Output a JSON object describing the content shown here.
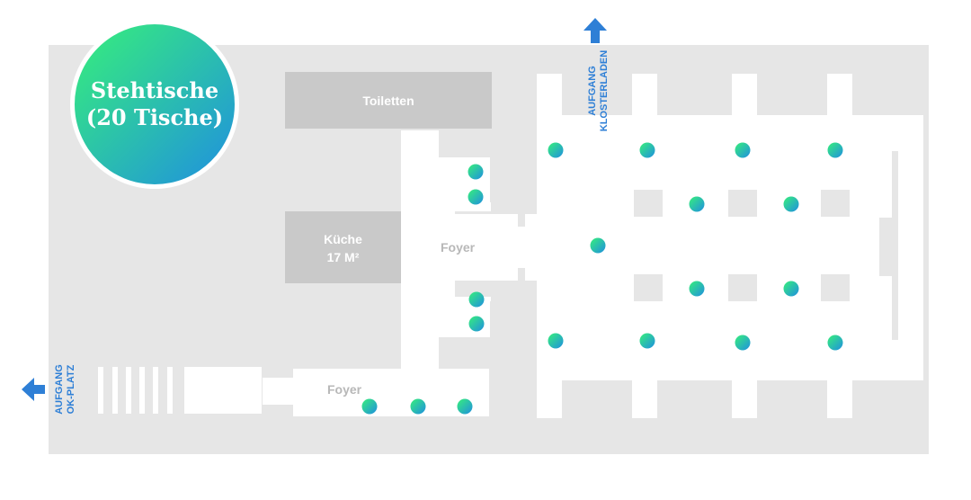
{
  "badge": {
    "line1": "Stehtische",
    "line2": "(20 Tische)"
  },
  "rooms": {
    "toilets": "Toiletten",
    "kitchen_line1": "Küche",
    "kitchen_line2": "17 M²",
    "foyer_upper": "Foyer",
    "foyer_lower": "Foyer"
  },
  "exits": {
    "left": {
      "line1": "AUFGANG",
      "line2": "OK-PLATZ"
    },
    "top": {
      "line1": "AUFGANG",
      "line2": "KLOSTERLADEN"
    }
  },
  "table_count": 20,
  "colors": {
    "wall": "#e6e6e6",
    "room": "#c9c9c9",
    "accent_blue": "#2e7fd6",
    "table_green": "#37f07a",
    "table_blue": "#1f8fe0"
  }
}
